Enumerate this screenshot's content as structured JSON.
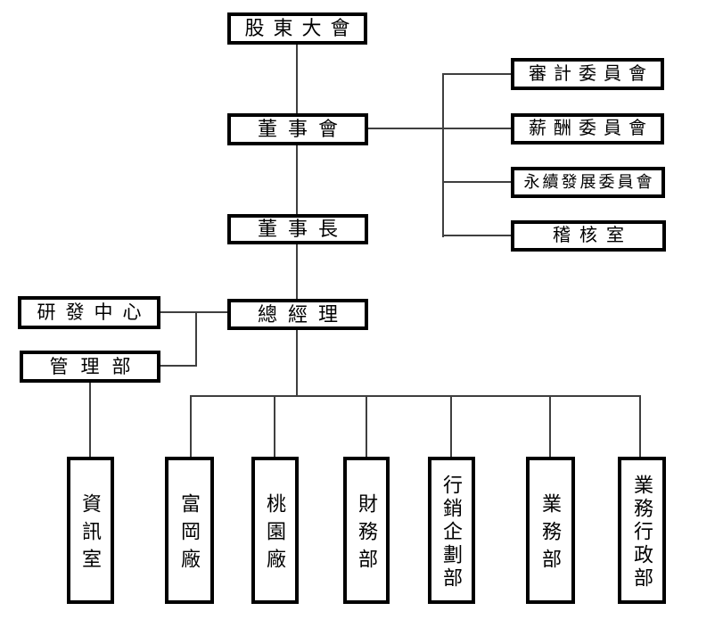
{
  "diagram": {
    "type": "org-chart",
    "nodes": {
      "shareholders_meeting": "股東大會",
      "board_of_directors": "董事會",
      "chairman": "董事長",
      "general_manager": "總經理",
      "audit_committee": "審計委員會",
      "remuneration_committee": "薪酬委員會",
      "sustainability_committee": "永續發展委員會",
      "audit_office": "稽核室",
      "rd_center": "研發中心",
      "administration_dept": "管理部",
      "information_office": "資訊室",
      "fugang_plant": "富岡廠",
      "taoyuan_plant": "桃園廠",
      "finance_dept": "財務部",
      "marketing_planning_dept": "行銷企劃部",
      "sales_dept": "業務部",
      "sales_administration_dept": "業務行政部"
    },
    "edges": [
      [
        "shareholders_meeting",
        "board_of_directors"
      ],
      [
        "board_of_directors",
        "audit_committee"
      ],
      [
        "board_of_directors",
        "remuneration_committee"
      ],
      [
        "board_of_directors",
        "sustainability_committee"
      ],
      [
        "board_of_directors",
        "audit_office"
      ],
      [
        "board_of_directors",
        "chairman"
      ],
      [
        "chairman",
        "general_manager"
      ],
      [
        "general_manager",
        "rd_center"
      ],
      [
        "general_manager",
        "administration_dept"
      ],
      [
        "administration_dept",
        "information_office"
      ],
      [
        "general_manager",
        "fugang_plant"
      ],
      [
        "general_manager",
        "taoyuan_plant"
      ],
      [
        "general_manager",
        "finance_dept"
      ],
      [
        "general_manager",
        "marketing_planning_dept"
      ],
      [
        "general_manager",
        "sales_dept"
      ],
      [
        "general_manager",
        "sales_administration_dept"
      ]
    ],
    "colors": {
      "background": "#ffffff",
      "box_border": "#000000",
      "text": "#000000",
      "connector": "#3f3f3f"
    }
  }
}
